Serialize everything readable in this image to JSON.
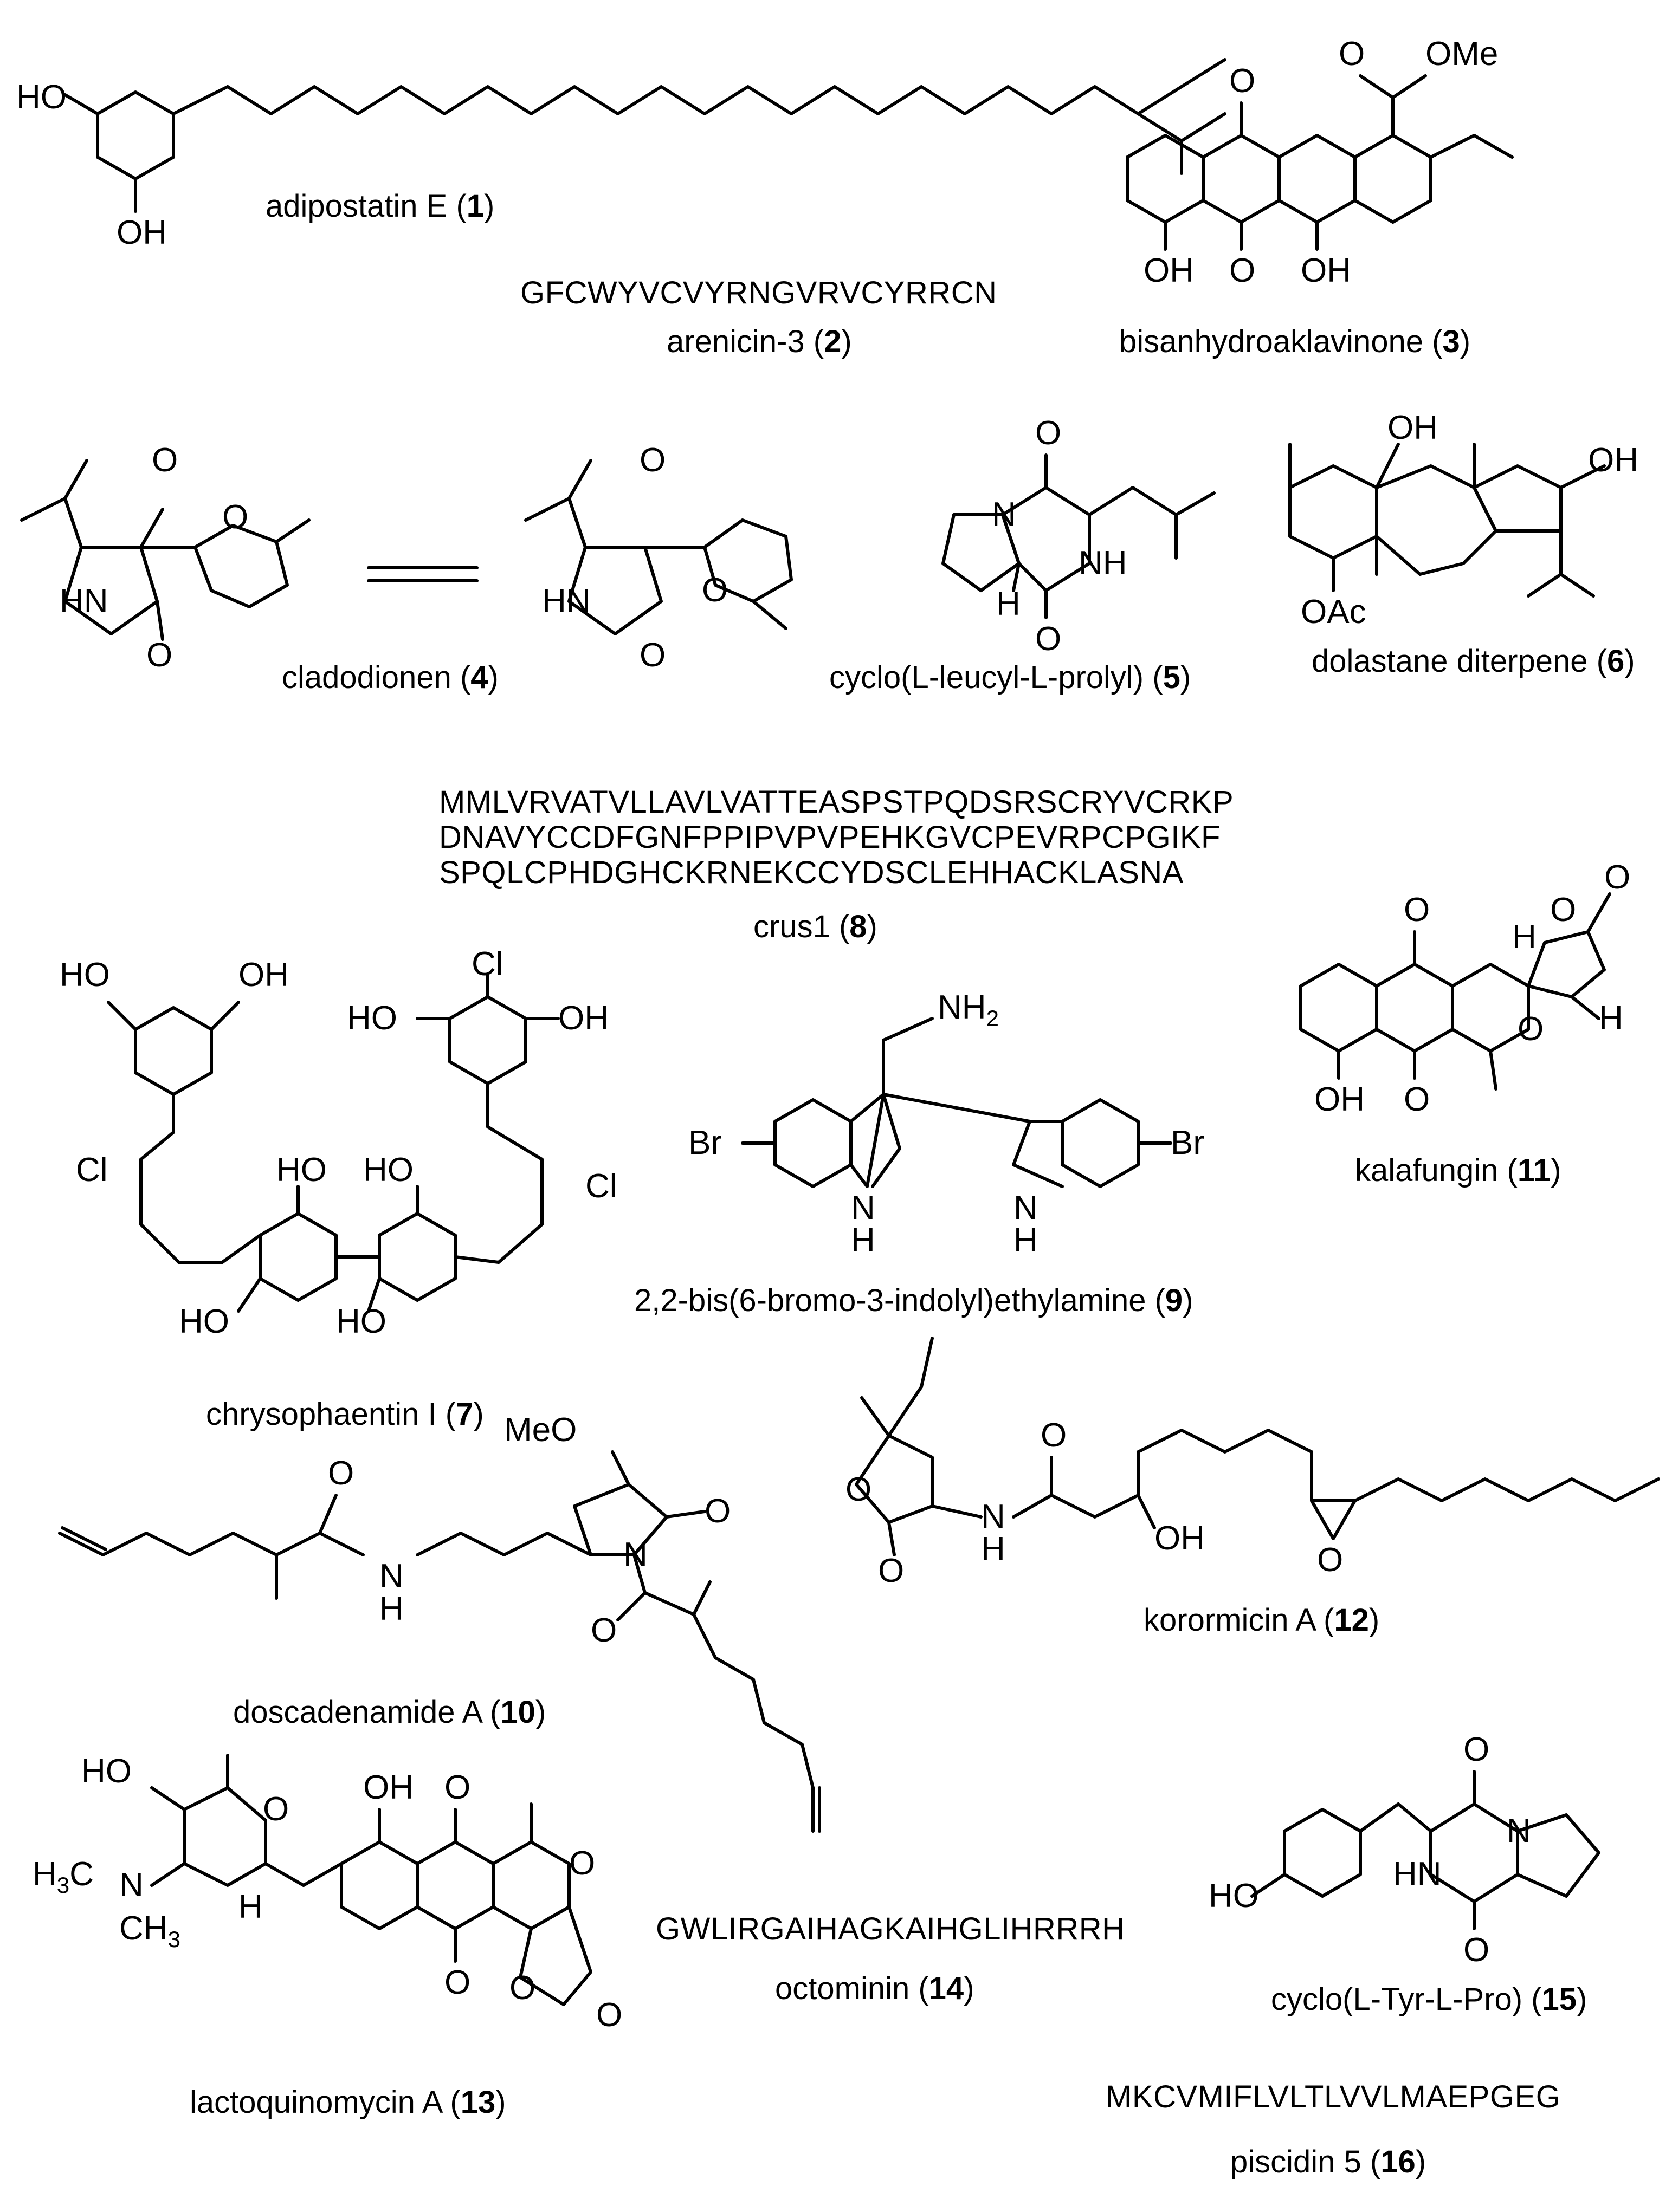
{
  "compounds": [
    {
      "id": "c1",
      "name": "adipostatin E",
      "number": "1"
    },
    {
      "id": "c2",
      "name": "arenicin-3",
      "number": "2",
      "sequence": [
        "GFCWYVCVYRNGVRVCYRRCN"
      ]
    },
    {
      "id": "c3",
      "name": "bisanhydroaklavinone",
      "number": "3"
    },
    {
      "id": "c4",
      "name": "cladodionen",
      "number": "4"
    },
    {
      "id": "c5",
      "name": "cyclo(L-leucyl-L-prolyl)",
      "number": "5"
    },
    {
      "id": "c6",
      "name": "dolastane diterpene",
      "number": "6"
    },
    {
      "id": "c7",
      "name": "chrysophaentin I",
      "number": "7"
    },
    {
      "id": "c8",
      "name": "crus1",
      "number": "8",
      "sequence": [
        "MMLVRVATVLLAVLVATTEASPSTPQDSRSCRYVCRKP",
        "DNAVYCCDFGNFPPIPVPVPEHKGVCPEVRPCPGIKF",
        "SPQLCPHDGHCKRNEKCCYDSCLEHHACKLASNA"
      ]
    },
    {
      "id": "c9",
      "name": "2,2-bis(6-bromo-3-indolyl)ethylamine",
      "number": "9"
    },
    {
      "id": "c10",
      "name": "doscadenamide A",
      "number": "10"
    },
    {
      "id": "c11",
      "name": "kalafungin",
      "number": "11"
    },
    {
      "id": "c12",
      "name": "korormicin A",
      "number": "12"
    },
    {
      "id": "c13",
      "name": "lactoquinomycin A",
      "number": "13"
    },
    {
      "id": "c14",
      "name": "octominin",
      "number": "14",
      "sequence": [
        "GWLIRGAIHAGKAIHGLIHRRRH"
      ]
    },
    {
      "id": "c15",
      "name": "cyclo(L-Tyr-L-Pro)",
      "number": "15"
    },
    {
      "id": "c16",
      "name": "piscidin 5",
      "number": "16",
      "sequence": [
        "MKCVMIFLVLTLVVLMAEPGEG"
      ]
    }
  ],
  "atoms": {
    "HO": "HO",
    "OH": "OH",
    "O": "O",
    "OMe": "OMe",
    "MeO": "MeO",
    "HN": "HN",
    "NH": "NH",
    "NH2": "NH",
    "sub2": "2",
    "N": "N",
    "H": "H",
    "Cl": "Cl",
    "Br": "Br",
    "OAc": "OAc",
    "H3C": "H",
    "sub3": "3",
    "C": "C",
    "CH3": "CH"
  }
}
